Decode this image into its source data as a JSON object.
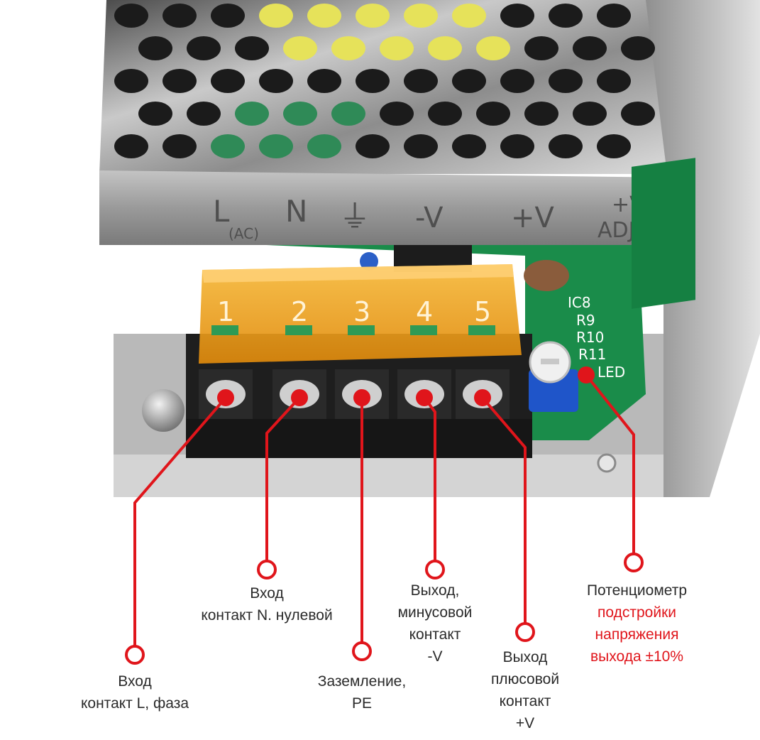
{
  "terminal_numbers": [
    "1",
    "2",
    "3",
    "4",
    "5"
  ],
  "case_markings": {
    "l": "L",
    "ac": "(AC)",
    "n": "N",
    "ground": "⏚",
    "minus_v": "-V",
    "plus_v": "+V",
    "adj_top": "+V",
    "adj_bottom": "ADJ"
  },
  "pcb_markings": [
    "IC8",
    "R9",
    "R10",
    "R11",
    "LED"
  ],
  "labels": {
    "input_l": [
      "Вход",
      "контакт L, фаза"
    ],
    "input_n": [
      "Вход",
      "контакт N. нулевой"
    ],
    "ground": [
      "Заземление,",
      "PE"
    ],
    "output_minus": [
      "Выход,",
      "минусовой",
      "контакт",
      "-V"
    ],
    "output_plus": [
      "Выход",
      "плюсовой",
      "контакт",
      "+V"
    ],
    "potentiometer": {
      "title": "Потенциометр",
      "highlight": [
        "подстройки",
        "напряжения",
        "выхода ±10%"
      ]
    }
  },
  "colors": {
    "callout_red": "#e0151b",
    "cover_amber": "#f0a418",
    "pcb_green": "#1a8c4a",
    "metal": "#a8a8a8",
    "text_dark": "#2a2a2a"
  }
}
